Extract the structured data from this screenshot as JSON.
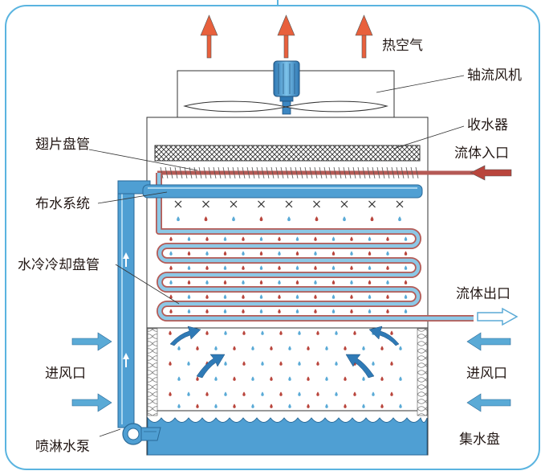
{
  "labels": {
    "hot_air": "热空气",
    "axial_fan": "轴流风机",
    "drift_eliminator": "收水器",
    "finned_coil": "翅片盘管",
    "fluid_inlet": "流体入口",
    "water_distribution": "布水系统",
    "water_cooled_coil": "水冷冷却盘管",
    "fluid_outlet": "流体出口",
    "air_inlet_left": "进风口",
    "air_inlet_right": "进风口",
    "spray_pump": "喷淋水泵",
    "water_basin": "集水盘"
  },
  "colors": {
    "frame": "#5ab4e0",
    "hot_air_arrow": "#e8603c",
    "air_arrow": "#5aaad6",
    "fluid_arrow": "#b9453c",
    "coil_red": "#b55a55",
    "coil_blue": "#7fc0e0",
    "water": "#4f9fd3",
    "drop_red": "#b9453c",
    "drop_blue": "#5aaad6"
  }
}
